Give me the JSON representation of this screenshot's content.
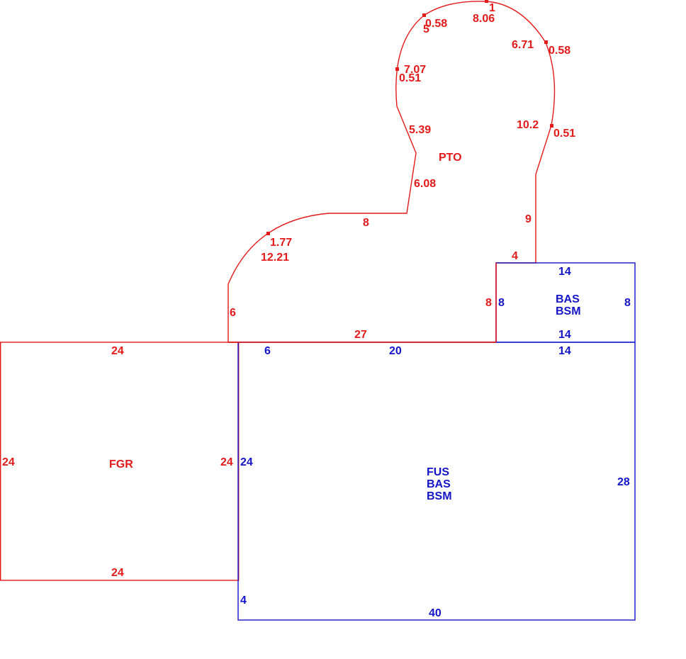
{
  "colors": {
    "red": "#e31a1a",
    "blue": "#1414c8"
  },
  "labels": {
    "pto": "PTO",
    "fgr": "FGR",
    "bas_small_1": "BAS",
    "bas_small_2": "BSM",
    "fus_1": "FUS",
    "fus_2": "BAS",
    "fus_3": "BSM"
  },
  "dims": {
    "pto_1": "1",
    "pto_8_06": "8.06",
    "pto_0_58_top": "0.58",
    "pto_5": "5",
    "pto_6_71": "6.71",
    "pto_0_58_right": "0.58",
    "pto_7_07": "7.07",
    "pto_0_51_left": "0.51",
    "pto_10_2": "10.2",
    "pto_0_51_right": "0.51",
    "pto_5_39": "5.39",
    "pto_6_08": "6.08",
    "pto_8": "8",
    "pto_9": "9",
    "pto_1_77": "1.77",
    "pto_12_21": "12.21",
    "pto_4": "4",
    "pto_6": "6",
    "pto_27": "27",
    "pto_8_side": "8",
    "bas_14_top": "14",
    "bas_8_left": "8",
    "bas_8_right": "8",
    "bas_14_bottom": "14",
    "fgr_24_top": "24",
    "fgr_24_left": "24",
    "fgr_24_right": "24",
    "fgr_24_bottom": "24",
    "fus_6": "6",
    "fus_20": "20",
    "fus_14": "14",
    "fus_24": "24",
    "fus_28": "28",
    "fus_4": "4",
    "fus_40": "40"
  }
}
